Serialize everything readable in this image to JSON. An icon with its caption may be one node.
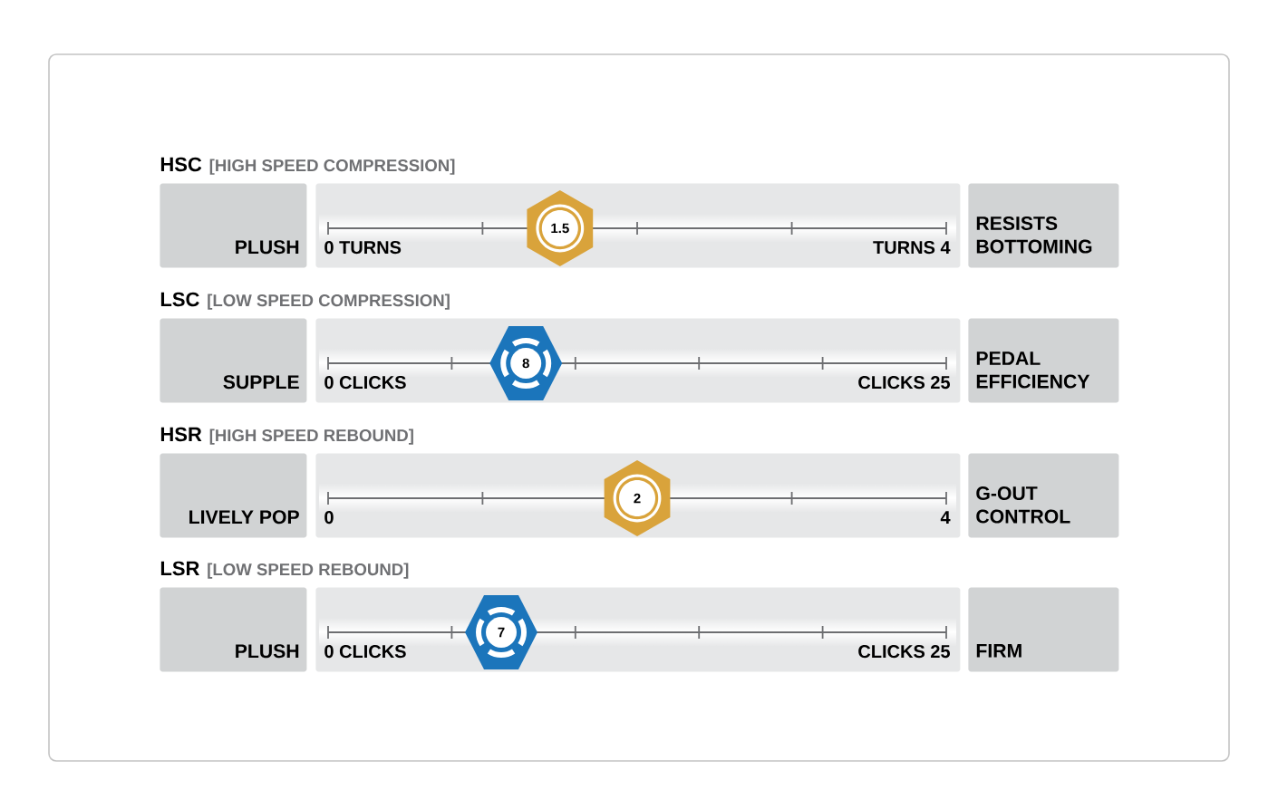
{
  "diagram": {
    "nodes": [
      {
        "text": [
          "PLUSH"
        ]
      },
      {
        "text": [
          "0 TURNS",
          "TURNS 4"
        ]
      },
      {
        "text": [
          "1.5"
        ],
        "in": 1
      },
      {
        "text": [
          "RESISTS BOTTOMING"
        ]
      },
      {
        "text": [
          "SUPPLE"
        ]
      },
      {
        "text": [
          "0 CLICKS",
          "CLICKS 25"
        ]
      },
      {
        "text": [
          "8"
        ],
        "in": 5
      },
      {
        "text": [
          "PEDAL EFFICIENCY"
        ]
      },
      {
        "text": [
          "LIVELY POP"
        ]
      },
      {
        "text": [
          "0",
          "4"
        ]
      },
      {
        "text": [
          "2"
        ],
        "in": 9
      },
      {
        "text": [
          "G-OUT CONTROL"
        ]
      },
      {
        "text": [
          "PLUSH"
        ]
      },
      {
        "text": [
          "0 CLICKS",
          "CLICKS 25"
        ]
      },
      {
        "text": [
          "7"
        ],
        "in": 13
      },
      {
        "text": [
          "FIRM"
        ]
      }
    ],
    "labels": [
      "HSC",
      "[HIGH SPEED COMPRESSION]",
      "LSC",
      "[LOW SPEED COMPRESSION]",
      "HSR",
      "[HIGH SPEED REBOUND]",
      "LSR",
      "[LOW SPEED REBOUND]"
    ]
  }
}
